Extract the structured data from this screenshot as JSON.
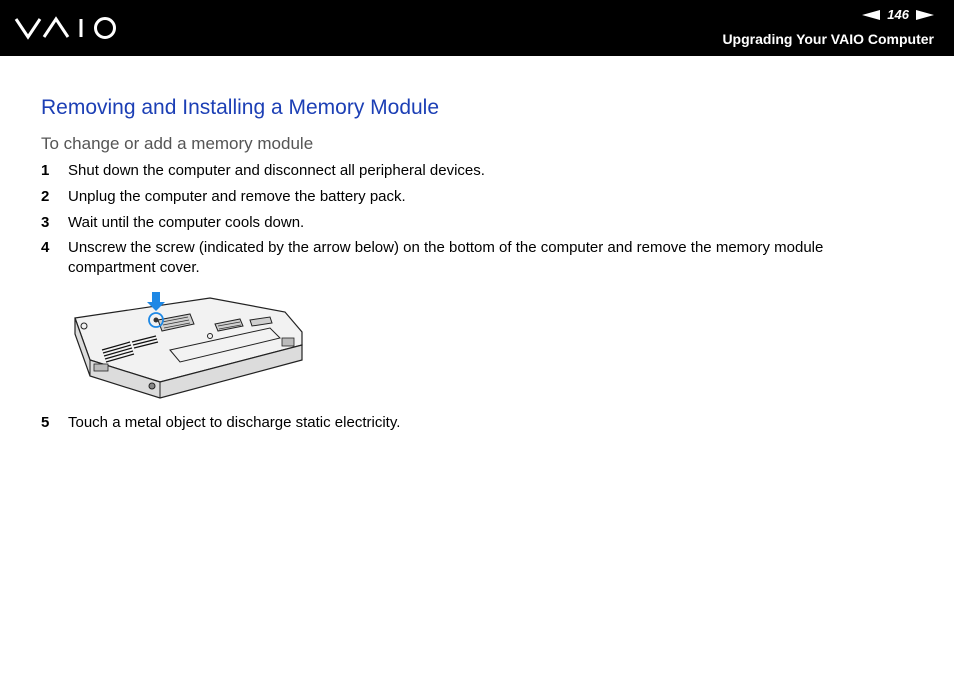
{
  "header": {
    "brand": "VAIO",
    "page_number": "146",
    "section_title": "Upgrading Your VAIO Computer"
  },
  "content": {
    "title": "Removing and Installing a Memory Module",
    "subtitle": "To change or add a memory module",
    "steps": [
      {
        "num": "1",
        "text": "Shut down the computer and disconnect all peripheral devices."
      },
      {
        "num": "2",
        "text": "Unplug the computer and remove the battery pack."
      },
      {
        "num": "3",
        "text": "Wait until the computer cools down."
      },
      {
        "num": "4",
        "text": "Unscrew the screw (indicated by the arrow below) on the bottom of the computer and remove the memory module compartment cover."
      },
      {
        "num": "5",
        "text": "Touch a metal object to discharge static electricity."
      }
    ]
  },
  "colors": {
    "header_bg": "#000000",
    "title": "#1c3fb5",
    "subtitle": "#555555",
    "callout": "#1e88e5"
  },
  "icons": {
    "prev": "prev-page-arrow-icon",
    "next": "next-page-arrow-icon",
    "callout": "down-arrow-icon"
  }
}
